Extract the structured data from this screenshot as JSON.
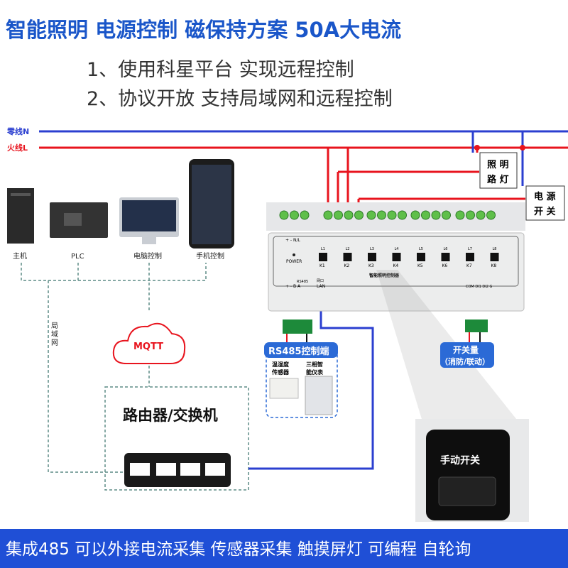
{
  "header": {
    "title": "智能照明 电源控制 磁保持方案 50A大电流",
    "line1": "1、使用科星平台 实现远程控制",
    "line2": "2、协议开放 支持局域网和远程控制"
  },
  "wires": {
    "neutral": "零线N",
    "live": "火线L"
  },
  "loads": {
    "light_1": "照 明",
    "light_2": "路 灯",
    "switch_1": "电 源",
    "switch_2": "开 关"
  },
  "devices": [
    {
      "label": "主机",
      "icon": "desktop-tower-icon"
    },
    {
      "label": "PLC",
      "icon": "plc-icon"
    },
    {
      "label": "电脑控制",
      "icon": "monitor-icon"
    },
    {
      "label": "手机控制",
      "icon": "phone-icon"
    }
  ],
  "lan_label": [
    "局",
    "域",
    "网"
  ],
  "cloud": {
    "label": "MQTT"
  },
  "router": {
    "label": "路由器/交换机"
  },
  "controller": {
    "power_terms": "+ - N/L",
    "power_label": "POWER",
    "relays": [
      "L1",
      "L2",
      "L3",
      "L4",
      "L5",
      "L6",
      "L7",
      "L8"
    ],
    "keys": [
      "K1",
      "K2",
      "K3",
      "K4",
      "K5",
      "K6",
      "K7",
      "K8"
    ],
    "name": "智能照明控制器",
    "rs485": "RS485",
    "rs485_terms": "+ - B A",
    "lan_top": "网口",
    "lan": "LAN",
    "di_terms": "COM DI1 DI2 G"
  },
  "rs485_box": {
    "title": "RS485控制端",
    "sensor": [
      "温湿度",
      "传感器"
    ],
    "meter": [
      "三相智",
      "能仪表"
    ]
  },
  "switch_box": {
    "title": "开关量",
    "sub": "（消防/联动）"
  },
  "manual": {
    "label": "手动开关"
  },
  "footer": {
    "text": "集成485 可以外接电流采集 传感器采集 触摸屏灯 可编程 自轮询"
  },
  "colors": {
    "brand": "#1a56c9",
    "live": "#e8141e",
    "neutral": "#2b3fd0",
    "footer": "#1f4fd6"
  }
}
